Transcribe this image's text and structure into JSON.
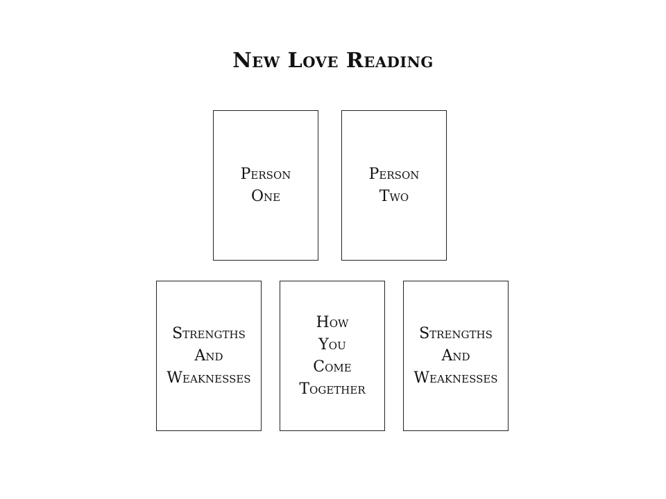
{
  "title": "New Love Reading",
  "cards": {
    "person_one": [
      "Person",
      "One"
    ],
    "person_two": [
      "Person",
      "Two"
    ],
    "strengths_left": [
      "Strengths",
      "And",
      "Weaknesses"
    ],
    "how_you_come_together": [
      "How",
      "You",
      "Come",
      "Together"
    ],
    "strengths_right": [
      "Strengths",
      "And",
      "Weaknesses"
    ]
  }
}
